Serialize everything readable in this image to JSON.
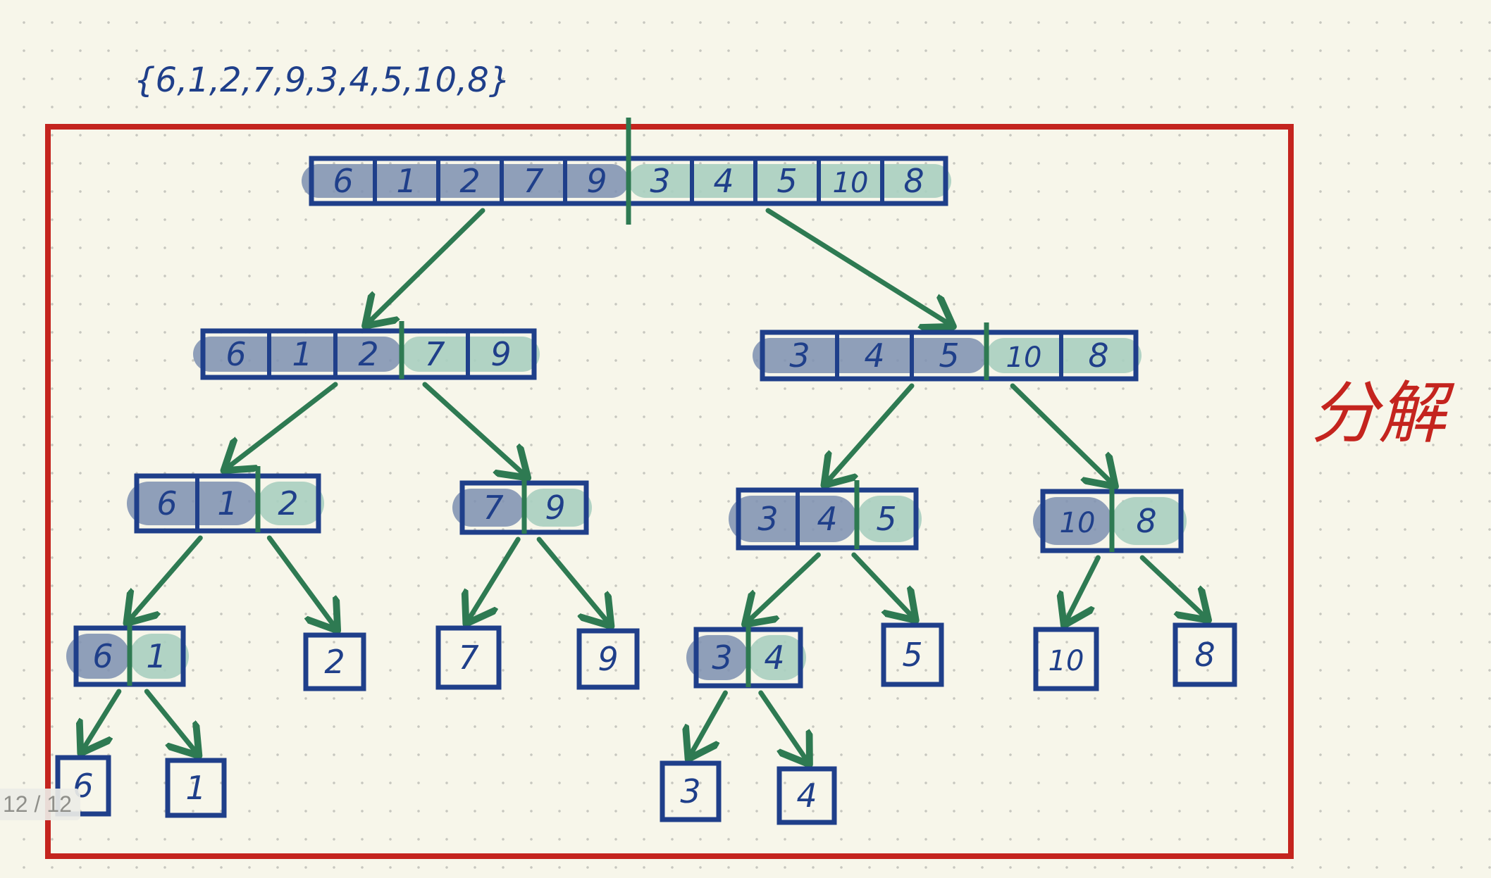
{
  "annotation": "{6,1,2,7,9,3,4,5,10,8}",
  "side_label": "分解",
  "page_counter": "12 / 12",
  "colors": {
    "frame": "#c4241e",
    "box": "#1f3f8a",
    "arrow": "#2e7a52",
    "left_fill": "#7d8fb0",
    "right_fill": "#a9cfc0"
  },
  "levels": [
    {
      "name": "level-0",
      "groups": [
        {
          "name": "group-full",
          "left": [
            "6",
            "1",
            "2",
            "7",
            "9"
          ],
          "right": [
            "3",
            "4",
            "5",
            "10",
            "8"
          ]
        }
      ]
    },
    {
      "name": "level-1",
      "groups": [
        {
          "name": "group-61279",
          "left": [
            "6",
            "1",
            "2"
          ],
          "right": [
            "7",
            "9"
          ]
        },
        {
          "name": "group-345108",
          "left": [
            "3",
            "4",
            "5"
          ],
          "right": [
            "10",
            "8"
          ]
        }
      ]
    },
    {
      "name": "level-2",
      "groups": [
        {
          "name": "group-612",
          "left": [
            "6",
            "1"
          ],
          "right": [
            "2"
          ]
        },
        {
          "name": "group-79",
          "left": [
            "7"
          ],
          "right": [
            "9"
          ]
        },
        {
          "name": "group-345",
          "left": [
            "3",
            "4"
          ],
          "right": [
            "5"
          ]
        },
        {
          "name": "group-108",
          "left": [
            "10"
          ],
          "right": [
            "8"
          ]
        }
      ]
    },
    {
      "name": "level-3",
      "groups": [
        {
          "name": "group-61",
          "left": [
            "6"
          ],
          "right": [
            "1"
          ]
        },
        {
          "name": "single-2",
          "left": [],
          "right": [
            "2"
          ]
        },
        {
          "name": "single-7",
          "left": [],
          "right": [
            "7"
          ]
        },
        {
          "name": "single-9",
          "left": [],
          "right": [
            "9"
          ]
        },
        {
          "name": "group-34",
          "left": [
            "3"
          ],
          "right": [
            "4"
          ]
        },
        {
          "name": "single-5",
          "left": [],
          "right": [
            "5"
          ]
        },
        {
          "name": "single-10",
          "left": [],
          "right": [
            "10"
          ]
        },
        {
          "name": "single-8",
          "left": [],
          "right": [
            "8"
          ]
        }
      ]
    },
    {
      "name": "level-4",
      "groups": [
        {
          "name": "single-6",
          "left": [],
          "right": [
            "6"
          ]
        },
        {
          "name": "single-1",
          "left": [],
          "right": [
            "1"
          ]
        },
        {
          "name": "single-3",
          "left": [],
          "right": [
            "3"
          ]
        },
        {
          "name": "single-4",
          "left": [],
          "right": [
            "4"
          ]
        }
      ]
    }
  ]
}
